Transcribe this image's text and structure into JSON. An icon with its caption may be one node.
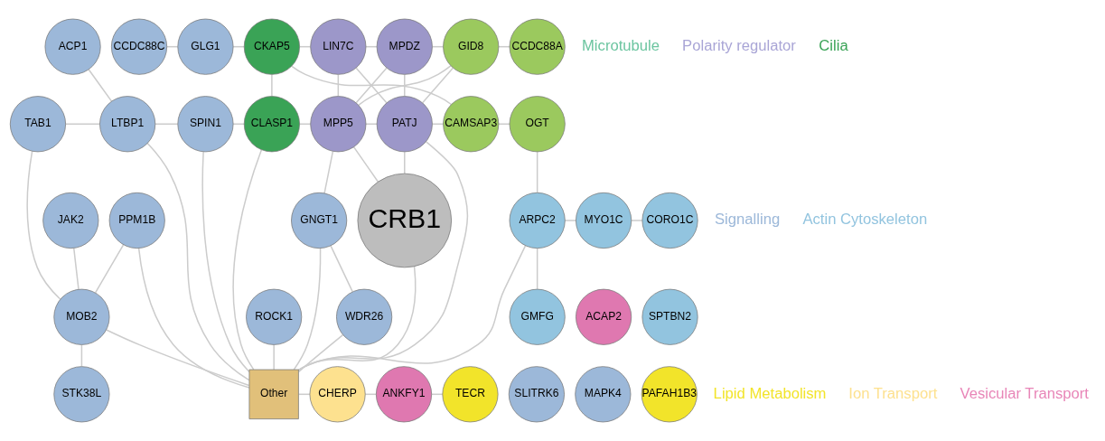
{
  "diagram": {
    "nodes": [
      {
        "text": [
          "ACP1"
        ]
      },
      {
        "text": [
          "CCDC88C"
        ]
      },
      {
        "text": [
          "GLG1"
        ]
      },
      {
        "text": [
          "CKAP5"
        ]
      },
      {
        "text": [
          "LIN7C"
        ]
      },
      {
        "text": [
          "MPDZ"
        ]
      },
      {
        "text": [
          "GID8"
        ]
      },
      {
        "text": [
          "CCDC88A"
        ]
      },
      {
        "text": [
          "TAB1"
        ]
      },
      {
        "text": [
          "LTBP1"
        ]
      },
      {
        "text": [
          "SPIN1"
        ]
      },
      {
        "text": [
          "CLASP1"
        ]
      },
      {
        "text": [
          "MPP5"
        ]
      },
      {
        "text": [
          "PATJ"
        ]
      },
      {
        "text": [
          "CAMSAP3"
        ]
      },
      {
        "text": [
          "OGT"
        ]
      },
      {
        "text": [
          "JAK2"
        ]
      },
      {
        "text": [
          "PPM1B"
        ]
      },
      {
        "text": [
          "GNGT1"
        ]
      },
      {
        "text": [
          "CRB1"
        ]
      },
      {
        "text": [
          "ARPC2"
        ]
      },
      {
        "text": [
          "MYO1C"
        ]
      },
      {
        "text": [
          "CORO1C"
        ]
      },
      {
        "text": [
          "WDR26"
        ]
      },
      {
        "text": [
          "ROCK1"
        ]
      },
      {
        "text": [
          "MOB2"
        ]
      },
      {
        "text": [
          "ACAP2"
        ]
      },
      {
        "text": [
          "SPTBN2"
        ]
      },
      {
        "text": [
          "GMFG"
        ]
      },
      {
        "text": [
          "SLITRK6"
        ]
      },
      {
        "text": [
          "MAPK4"
        ]
      },
      {
        "text": [
          "STK38L"
        ]
      },
      {
        "text": [
          "Other"
        ]
      },
      {
        "text": [
          "CHERP"
        ]
      },
      {
        "text": [
          "ANKFY1"
        ]
      },
      {
        "text": [
          "TECR"
        ]
      },
      {
        "text": [
          "PAFAH1B3"
        ]
      }
    ],
    "edges": [
      {
        "from": 1,
        "to": 2,
        "arrow": "none"
      },
      {
        "from": 2,
        "to": 3,
        "arrow": "none"
      },
      {
        "from": 3,
        "to": 4,
        "arrow": "none"
      },
      {
        "from": 4,
        "to": 5,
        "arrow": "none"
      },
      {
        "from": 5,
        "to": 6,
        "arrow": "none"
      },
      {
        "from": 6,
        "to": 7,
        "arrow": "none"
      },
      {
        "from": 0,
        "to": 9,
        "arrow": "none"
      },
      {
        "from": 8,
        "to": 9,
        "arrow": "none"
      },
      {
        "from": 9,
        "to": 10,
        "arrow": "none"
      },
      {
        "from": 10,
        "to": 11,
        "arrow": "none"
      },
      {
        "from": 11,
        "to": 12,
        "arrow": "none"
      },
      {
        "from": 12,
        "to": 13,
        "arrow": "none"
      },
      {
        "from": 13,
        "to": 14,
        "arrow": "none"
      },
      {
        "from": 14,
        "to": 15,
        "arrow": "none"
      },
      {
        "from": 3,
        "to": 11,
        "arrow": "none"
      },
      {
        "from": 4,
        "to": 12,
        "arrow": "none"
      },
      {
        "from": 5,
        "to": 13,
        "arrow": "none"
      },
      {
        "from": 3,
        "to": 14,
        "arrow": "none"
      },
      {
        "from": 4,
        "to": 13,
        "arrow": "none"
      },
      {
        "from": 12,
        "to": 5,
        "arrow": "none"
      },
      {
        "from": 12,
        "to": 6,
        "arrow": "none"
      },
      {
        "from": 13,
        "to": 6,
        "arrow": "none"
      },
      {
        "from": 19,
        "to": 12,
        "arrow": "none"
      },
      {
        "from": 19,
        "to": 13,
        "arrow": "none"
      },
      {
        "from": 32,
        "to": 13,
        "arrow": "none"
      },
      {
        "from": 32,
        "to": 20,
        "arrow": "none"
      },
      {
        "from": 20,
        "to": 21,
        "arrow": "none"
      },
      {
        "from": 21,
        "to": 22,
        "arrow": "none"
      },
      {
        "from": 20,
        "to": 28,
        "arrow": "none"
      },
      {
        "from": 15,
        "to": 20,
        "arrow": "none"
      },
      {
        "from": 18,
        "to": 12,
        "arrow": "none"
      },
      {
        "from": 18,
        "to": 23,
        "arrow": "none"
      },
      {
        "from": 8,
        "to": 25,
        "arrow": "none"
      },
      {
        "from": 9,
        "to": 32,
        "arrow": "none"
      },
      {
        "from": 10,
        "to": 32,
        "arrow": "none"
      },
      {
        "from": 16,
        "to": 25,
        "arrow": "none"
      },
      {
        "from": 17,
        "to": 25,
        "arrow": "none"
      },
      {
        "from": 17,
        "to": 32,
        "arrow": "none"
      },
      {
        "from": 18,
        "to": 32,
        "arrow": "none"
      },
      {
        "from": 23,
        "to": 32,
        "arrow": "none"
      },
      {
        "from": 24,
        "to": 32,
        "arrow": "none"
      },
      {
        "from": 25,
        "to": 32,
        "arrow": "none"
      },
      {
        "from": 25,
        "to": 31,
        "arrow": "none"
      },
      {
        "from": 11,
        "to": 32,
        "arrow": "none"
      },
      {
        "from": 32,
        "to": 19,
        "arrow": "none"
      },
      {
        "from": 32,
        "to": 33,
        "arrow": "none"
      },
      {
        "from": 33,
        "to": 34,
        "arrow": "none"
      },
      {
        "from": 34,
        "to": 35,
        "arrow": "none"
      }
    ],
    "labels": [
      "Microtubule",
      "Polarity regulator",
      "Cilia",
      "Signalling",
      "Actin Cytoskeleton",
      "Lipid Metabolism",
      "Ion Transport",
      "Vesicular Transport"
    ]
  }
}
